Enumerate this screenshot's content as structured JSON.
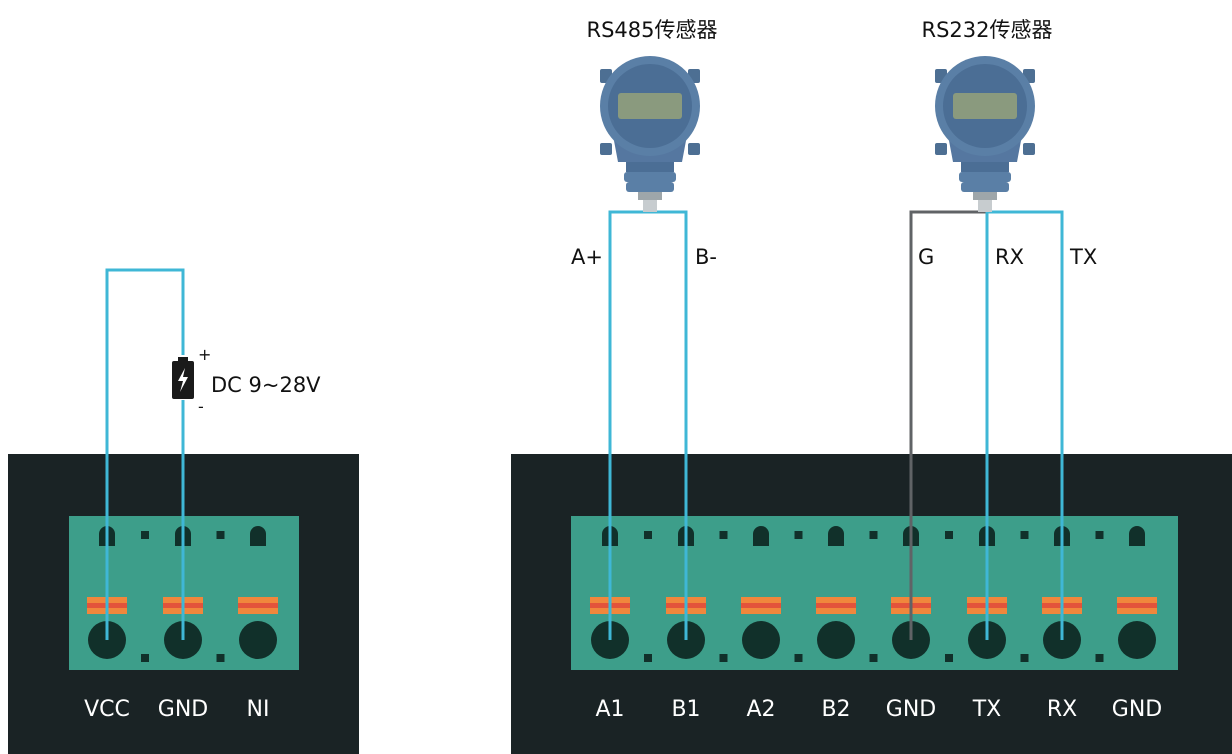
{
  "sensors": {
    "rs485": {
      "title": "RS485传感器",
      "wire_a": "A+",
      "wire_b": "B-"
    },
    "rs232": {
      "title": "RS232传感器",
      "wire_g": "G",
      "wire_rx": "RX",
      "wire_tx": "TX"
    }
  },
  "power": {
    "voltage": "DC 9~28V",
    "plus": "+",
    "minus": "-",
    "icon": "battery-icon"
  },
  "left_terminal": {
    "labels": [
      "VCC",
      "GND",
      "NI"
    ]
  },
  "right_terminal": {
    "labels": [
      "A1",
      "B1",
      "A2",
      "B2",
      "GND",
      "TX",
      "RX",
      "GND"
    ]
  },
  "colors": {
    "wire_blue": "#3fb7d6",
    "wire_gray": "#606366",
    "block_dark": "#1a2325",
    "terminal_green": "#3d9e8a",
    "spring_orange": "#f0873c",
    "spring_red": "#e3533b",
    "sensor_blue": "#5a7fa6",
    "sensor_screen": "#8a9a7e"
  }
}
